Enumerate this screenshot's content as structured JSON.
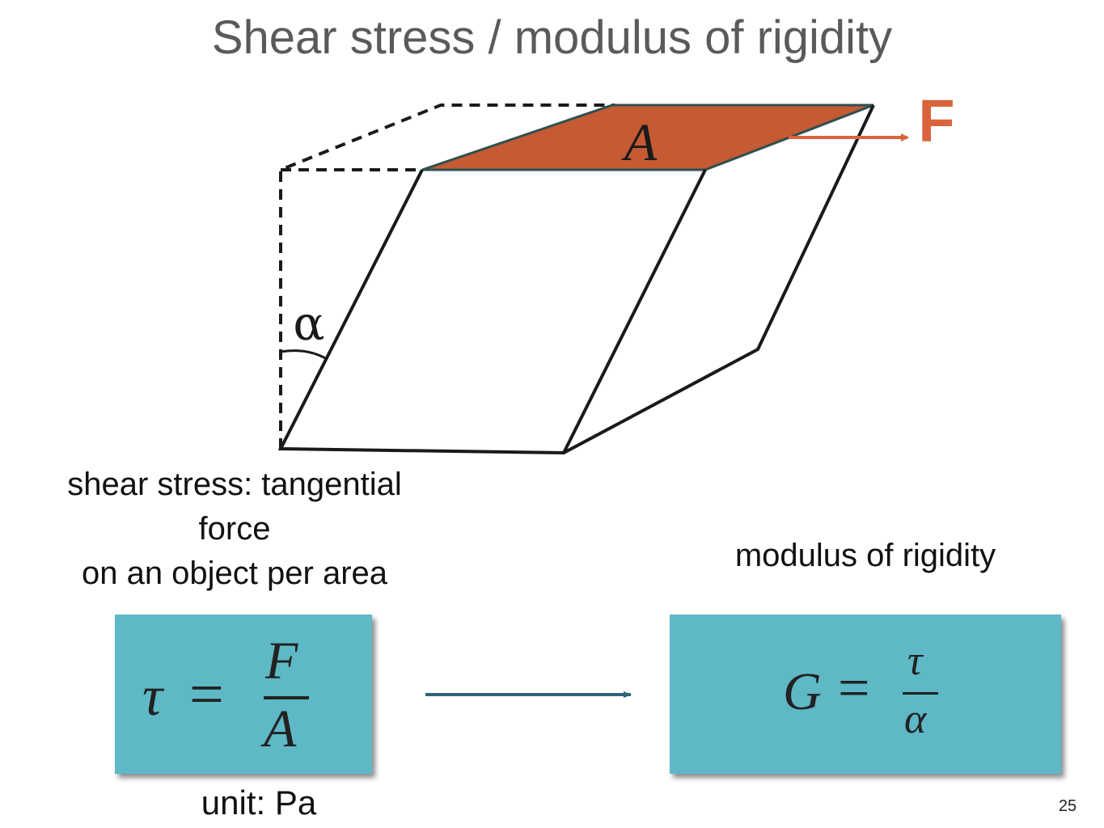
{
  "title": "Shear stress / modulus of rigidity",
  "diagram": {
    "area_label": "A",
    "force_label": "F",
    "angle_label": "α",
    "colors": {
      "top_face": "#c55a33",
      "force_arrow": "#d9643c",
      "edges": "#1a1a1a"
    }
  },
  "shear_label": {
    "line1": "shear stress: tangential",
    "line2": "force",
    "line3": "on an object per area"
  },
  "modulus_label": "modulus of rigidity",
  "formula_left": {
    "lhs": "τ",
    "equals": "=",
    "numerator": "F",
    "denominator": "A"
  },
  "formula_right": {
    "lhs": "G",
    "equals": "=",
    "numerator": "τ",
    "denominator": "α"
  },
  "unit_label": "unit: Pa",
  "page_number": "25",
  "colors": {
    "box_fill": "#5eb8c6",
    "connector_arrow": "#2e6478"
  }
}
